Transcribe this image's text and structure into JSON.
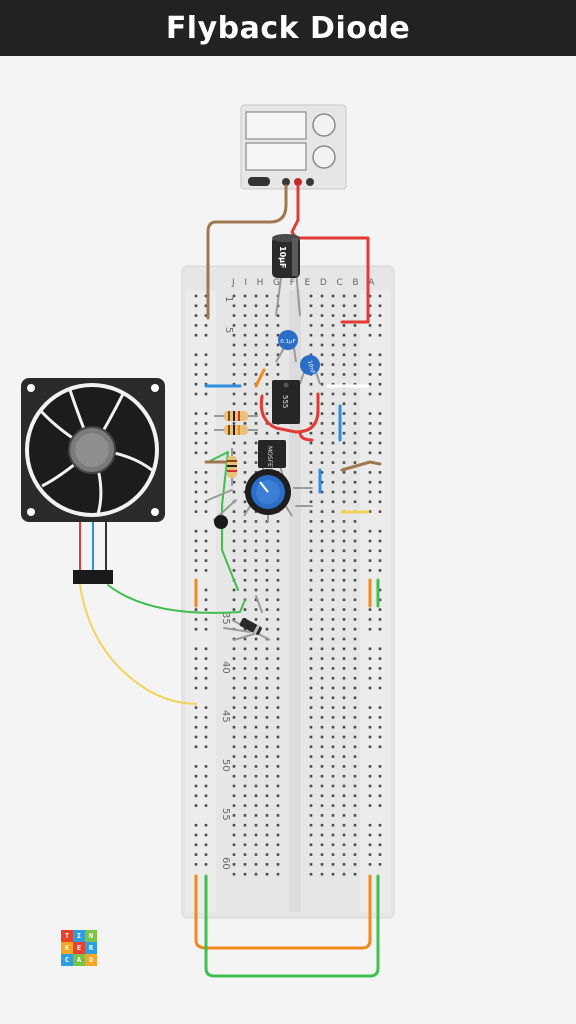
{
  "title": "Flyback Diode",
  "breadboard": {
    "column_letters": "J I H G F E D C B A",
    "row_labels": [
      "1",
      "5",
      "35",
      "40",
      "45",
      "50",
      "55",
      "60"
    ]
  },
  "components": {
    "electrolytic_capacitor_label": "10µF",
    "ceramic_capacitor_1_label": "0.1µF",
    "ceramic_capacitor_2_label": "10nF",
    "timer_ic_label": "555",
    "mosfet_label": "MOSFET"
  },
  "logo": {
    "letters": [
      "T",
      "I",
      "N",
      "K",
      "E",
      "R",
      "C",
      "A",
      "D"
    ],
    "colors": [
      "#e8412c",
      "#2d9ee0",
      "#7cc247",
      "#f6a623",
      "#e8412c",
      "#2d9ee0",
      "#2d9ee0",
      "#7cc247",
      "#f6a623"
    ]
  },
  "colors": {
    "wire_red": "#e53935",
    "wire_brown": "#a07850",
    "wire_green": "#3ec04f",
    "wire_orange": "#f08a1c",
    "wire_yellow": "#f5d25a",
    "wire_blue": "#2d8ee0"
  }
}
